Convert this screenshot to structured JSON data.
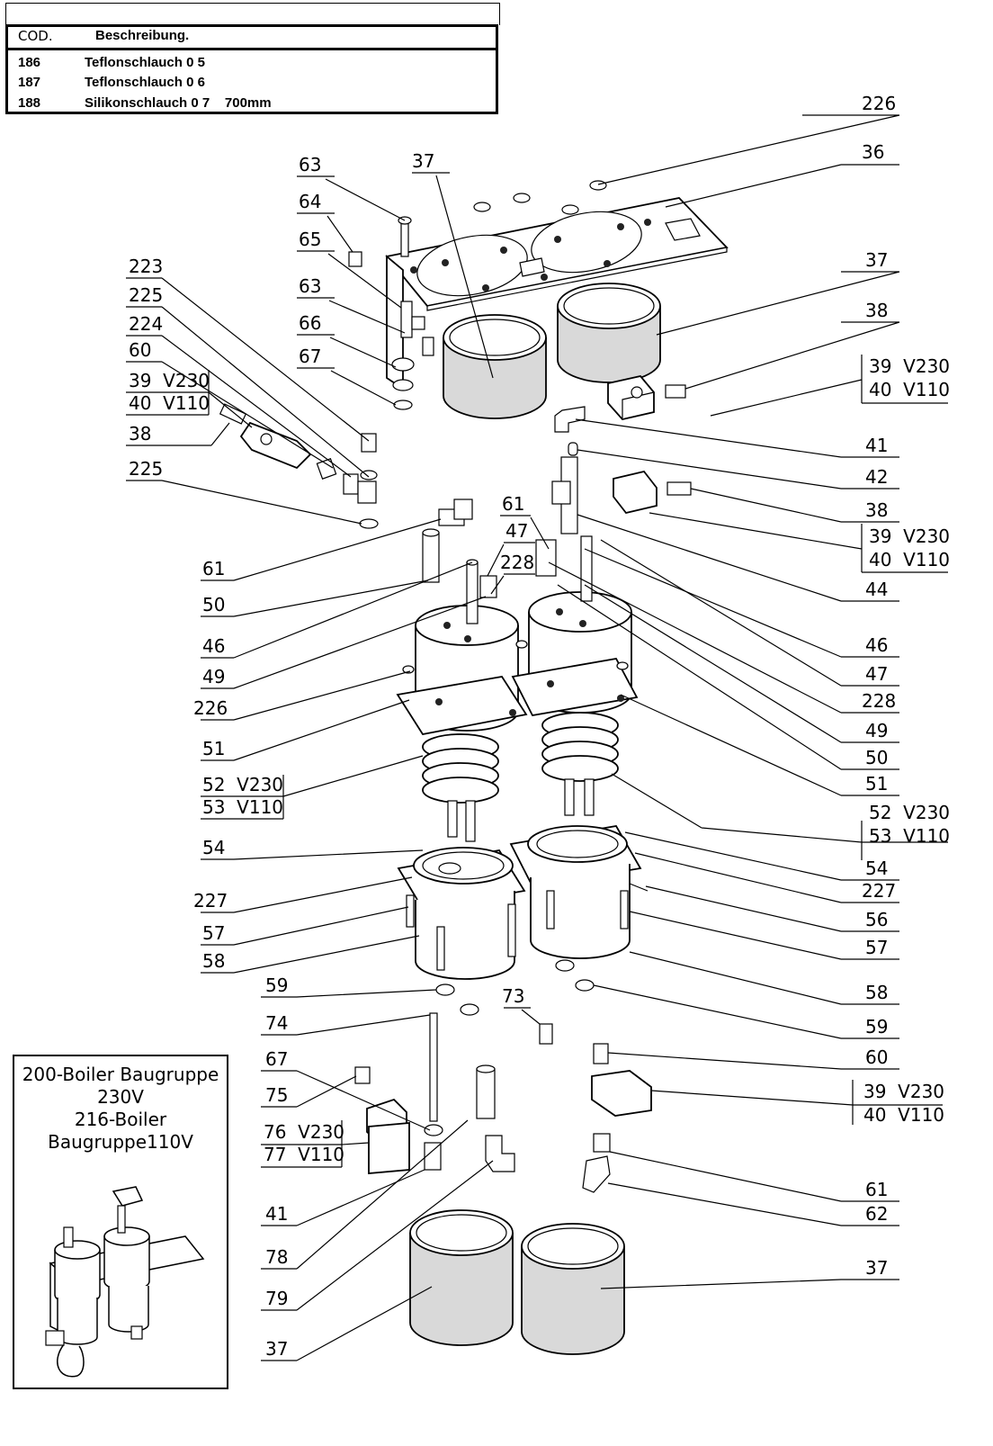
{
  "parts_table": {
    "header": {
      "code": "COD.",
      "description": "Beschreibung."
    },
    "rows": [
      {
        "code": "186",
        "description": "Teflonschlauch 0 5"
      },
      {
        "code": "187",
        "description": "Teflonschlauch 0 6"
      },
      {
        "code": "188",
        "description": "Silikonschlauch 0 7    700mm"
      }
    ]
  },
  "assembly_box": {
    "lines": [
      "200-Boiler Baugruppe",
      "230V",
      "216-Boiler",
      "Baugruppe110V"
    ]
  },
  "callouts": {
    "c226a": "226",
    "c36": "36",
    "c37a": "37",
    "c63a": "63",
    "c64": "64",
    "c65": "65",
    "c63b": "63",
    "c66": "66",
    "c67a": "67",
    "c223": "223",
    "c225a": "225",
    "c224": "224",
    "c60a": "60",
    "c39a": "39  V230",
    "c40a": "40  V110",
    "c38a": "38",
    "c225b": "225",
    "c37b": "37",
    "c38b": "38",
    "c39b": "39  V230",
    "c40b": "40  V110",
    "c41a": "41",
    "c42": "42",
    "c38c": "38",
    "c39c": "39  V230",
    "c40c": "40  V110",
    "c44": "44",
    "c61a": "61",
    "c47a": "47",
    "c228a": "228",
    "c61b": "61",
    "c50a": "50",
    "c46a": "46",
    "c49a": "49",
    "c226b": "226",
    "c51a": "51",
    "c52a": "52  V230",
    "c53a": "53  V110",
    "c46b": "46",
    "c47b": "47",
    "c228b": "228",
    "c49b": "49",
    "c50b": "50",
    "c51b": "51",
    "c52b": "52  V230",
    "c53b": "53  V110",
    "c54a": "54",
    "c227a": "227",
    "c57a": "57",
    "c58a": "58",
    "c54b": "54",
    "c227b": "227",
    "c56": "56",
    "c57b": "57",
    "c58b": "58",
    "c59a": "59",
    "c74": "74",
    "c73": "73",
    "c59b": "59",
    "c67b": "67",
    "c60b": "60",
    "c75": "75",
    "c39d": "39  V230",
    "c40d": "40  V110",
    "c76": "76  V230",
    "c77": "77  V110",
    "c41b": "41",
    "c61c": "61",
    "c62": "62",
    "c78": "78",
    "c79": "79",
    "c37c": "37",
    "c37d": "37"
  }
}
